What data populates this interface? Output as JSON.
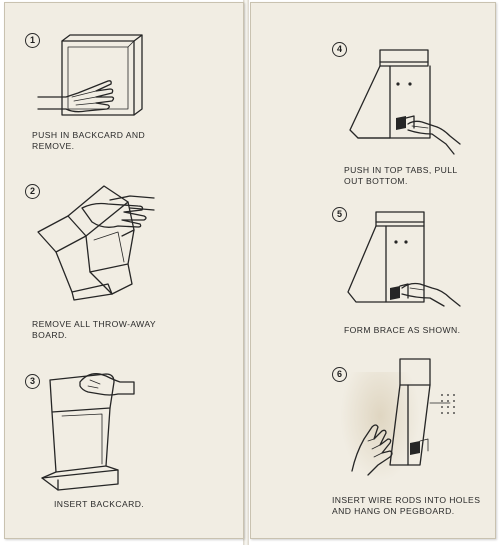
{
  "left_panel": {
    "steps": [
      {
        "number": "1",
        "caption": "PUSH IN BACKCARD AND\nREMOVE."
      },
      {
        "number": "2",
        "caption": "REMOVE ALL THROW-AWAY\nBOARD."
      },
      {
        "number": "3",
        "caption": "INSERT BACKCARD."
      }
    ]
  },
  "right_panel": {
    "steps": [
      {
        "number": "4",
        "caption": "PUSH IN TOP TABS, PULL\nOUT BOTTOM."
      },
      {
        "number": "5",
        "caption": "FORM BRACE AS SHOWN."
      },
      {
        "number": "6",
        "caption": "INSERT WIRE RODS INTO HOLES\nAND HANG ON PEGBOARD."
      }
    ]
  },
  "colors": {
    "paper": "#f1ede3",
    "ink": "#262626"
  },
  "icons": [
    "hand-icon",
    "display-box-icon"
  ]
}
